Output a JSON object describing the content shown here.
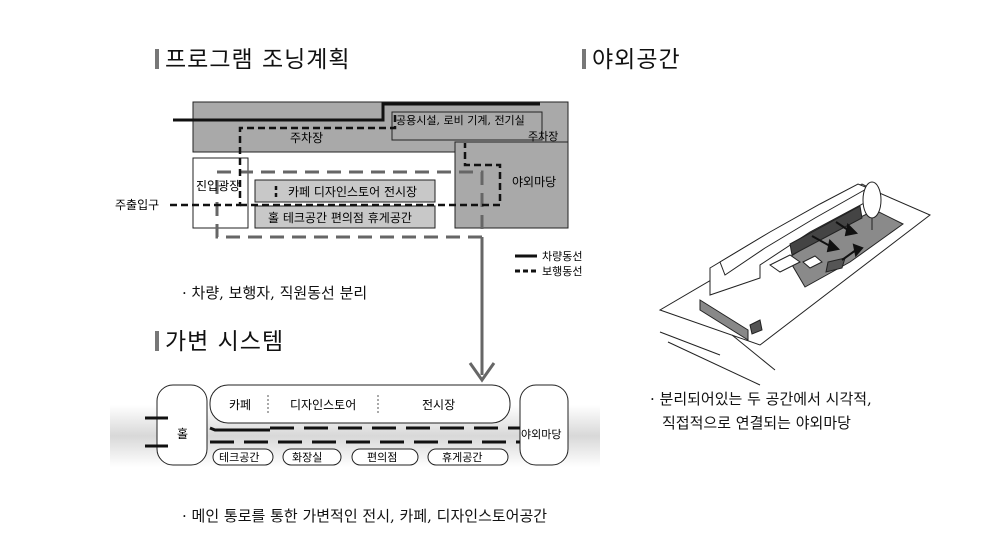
{
  "headings": {
    "program": "프로그램 조닝계획",
    "outdoor": "야외공간",
    "variable": "가변 시스템"
  },
  "zoning": {
    "parking_top": "주차장",
    "facility": "공용시설, 로비 기계, 전기실",
    "parking_right": "주차장",
    "entrance_plaza": "진입광장",
    "outdoor_yard": "야외마당",
    "exhibit_row": "카페 디자인스토어 전시장",
    "service_row": "홀 테크공간 편의점 휴게공간",
    "entrance": "주출입구",
    "legend_vehicle": "차량동선",
    "legend_pedestrian": "보행동선"
  },
  "notes": {
    "zoning": "· 차량, 보행자, 직원동선 분리",
    "variable": "· 메인 통로를 통한 가변적인 전시, 카페, 디자인스토어공간",
    "outdoor_line1": "· 분리되어있는 두 공간에서 시각적,",
    "outdoor_line2": "직접적으로 연결되는 야외마당"
  },
  "variable_system": {
    "hall": "홀",
    "cafe": "카페",
    "design_store": "디자인스토어",
    "exhibition": "전시장",
    "outdoor_yard": "야외마당",
    "tech": "테크공간",
    "restroom": "화장실",
    "store": "편의점",
    "lounge": "휴게공간"
  },
  "colors": {
    "gray_fill": "#a9a9a9",
    "dark_gray": "#6e6e6e",
    "line": "#111111"
  }
}
